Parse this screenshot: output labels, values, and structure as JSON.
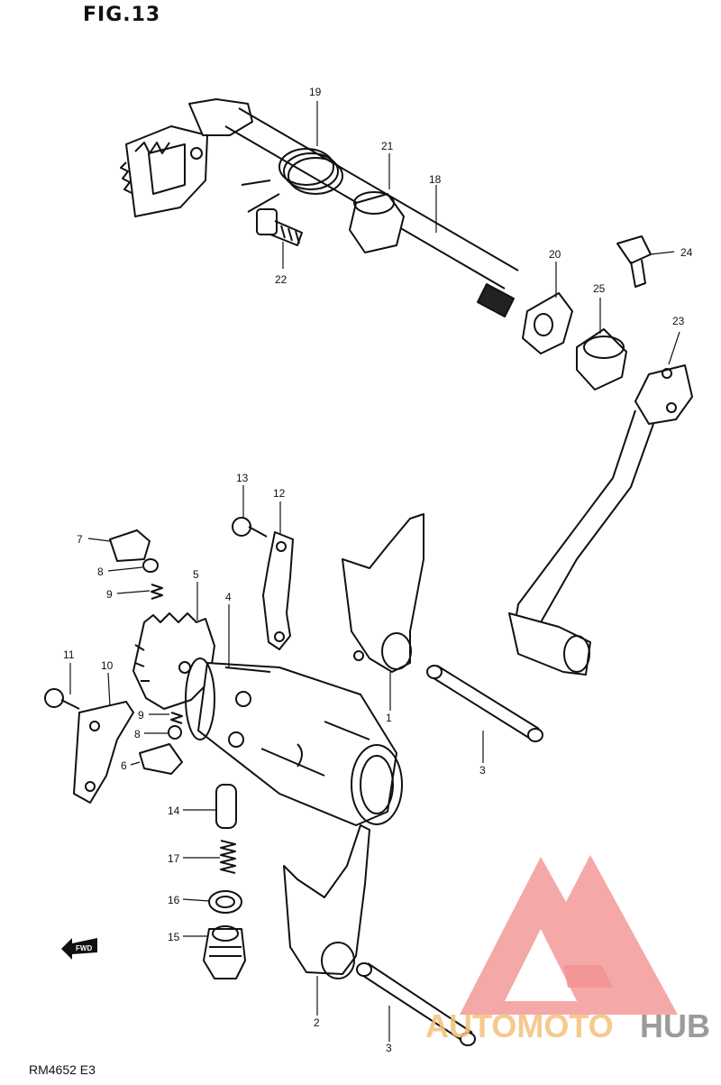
{
  "figure": {
    "title": "FIG.13",
    "code": "RM4652 E3",
    "fwd": "FWD"
  },
  "callouts": [
    {
      "id": "c19",
      "label": "19"
    },
    {
      "id": "c21",
      "label": "21"
    },
    {
      "id": "c18",
      "label": "18"
    },
    {
      "id": "c22",
      "label": "22"
    },
    {
      "id": "c20",
      "label": "20"
    },
    {
      "id": "c24",
      "label": "24"
    },
    {
      "id": "c25",
      "label": "25"
    },
    {
      "id": "c23",
      "label": "23"
    },
    {
      "id": "c13",
      "label": "13"
    },
    {
      "id": "c12",
      "label": "12"
    },
    {
      "id": "c7",
      "label": "7"
    },
    {
      "id": "c8a",
      "label": "8"
    },
    {
      "id": "c9a",
      "label": "9"
    },
    {
      "id": "c5",
      "label": "5"
    },
    {
      "id": "c4",
      "label": "4"
    },
    {
      "id": "c1",
      "label": "1"
    },
    {
      "id": "c11",
      "label": "11"
    },
    {
      "id": "c10",
      "label": "10"
    },
    {
      "id": "c9b",
      "label": "9"
    },
    {
      "id": "c8b",
      "label": "8"
    },
    {
      "id": "c6",
      "label": "6"
    },
    {
      "id": "c3a",
      "label": "3"
    },
    {
      "id": "c14",
      "label": "14"
    },
    {
      "id": "c17",
      "label": "17"
    },
    {
      "id": "c16",
      "label": "16"
    },
    {
      "id": "c15",
      "label": "15"
    },
    {
      "id": "c2",
      "label": "2"
    },
    {
      "id": "c3b",
      "label": "3"
    }
  ],
  "watermark": {
    "part1": "AUTOMOTO",
    "part2": "HUB",
    "color_primary": "#f08080",
    "color_secondary": "#f5c07a",
    "color_tertiary": "#8a8a8a"
  }
}
